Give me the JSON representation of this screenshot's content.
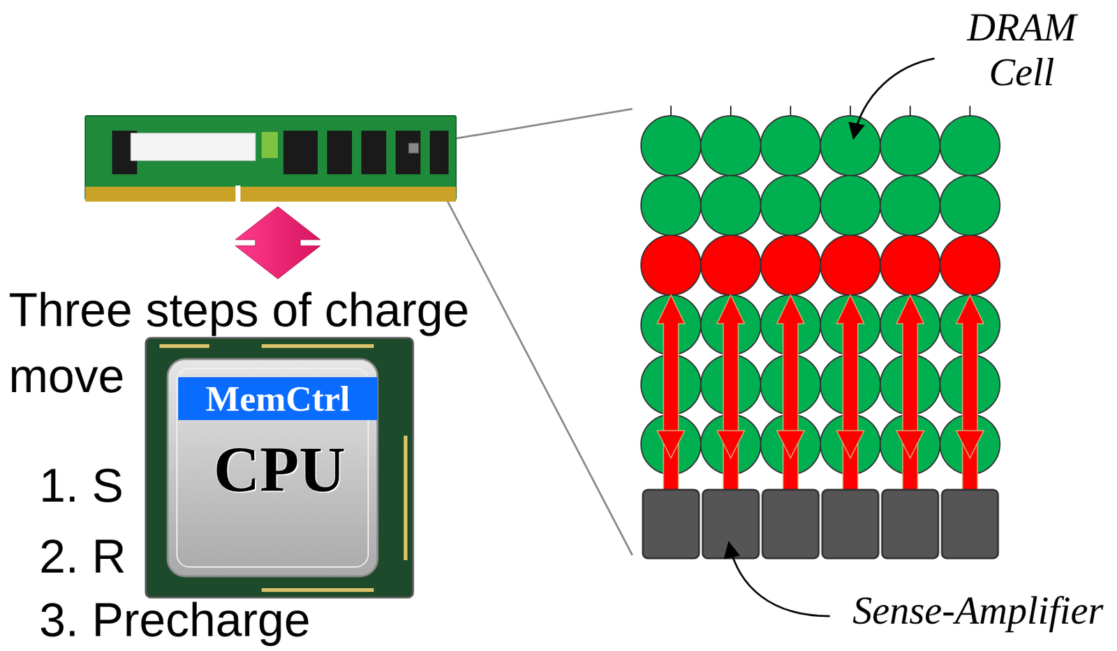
{
  "diagram": {
    "nodes": [
      {
        "text": [
          "CPU"
        ]
      },
      {
        "text": [
          "MemCtrl"
        ],
        "in": 0
      }
    ],
    "labels": [
      "DRAM Cell",
      "Three steps of charge",
      "move",
      "1. S",
      "2. R",
      "3. Precharge",
      "Sense-Amplifier"
    ]
  }
}
